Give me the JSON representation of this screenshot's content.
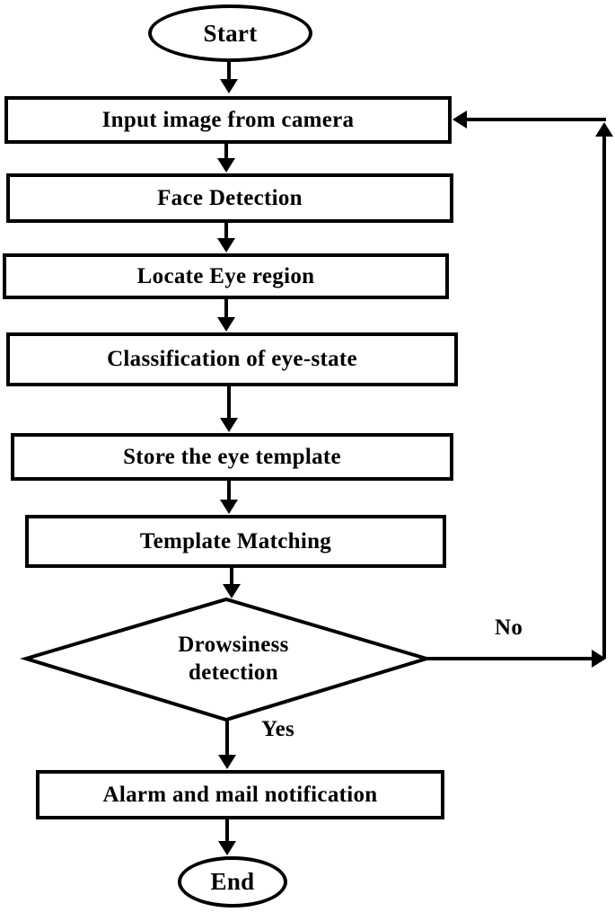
{
  "figure": {
    "background_color": "#ffffff",
    "ink_color": "#000000"
  },
  "flowchart": {
    "nodes": [
      {
        "id": "start",
        "type": "terminator",
        "label": "Start"
      },
      {
        "id": "input",
        "type": "process",
        "label": "Input image from camera"
      },
      {
        "id": "face",
        "type": "process",
        "label": "Face Detection"
      },
      {
        "id": "locate",
        "type": "process",
        "label": "Locate Eye region"
      },
      {
        "id": "classify",
        "type": "process",
        "label": "Classification of eye-state"
      },
      {
        "id": "store",
        "type": "process",
        "label": "Store the eye template"
      },
      {
        "id": "match",
        "type": "process",
        "label": "Template Matching"
      },
      {
        "id": "decision",
        "type": "decision",
        "label": "Drowsiness detection"
      },
      {
        "id": "alarm",
        "type": "process",
        "label": "Alarm and mail notification"
      },
      {
        "id": "end",
        "type": "terminator",
        "label": "End"
      }
    ],
    "edges": [
      {
        "from": "start",
        "to": "input"
      },
      {
        "from": "input",
        "to": "face"
      },
      {
        "from": "face",
        "to": "locate"
      },
      {
        "from": "locate",
        "to": "classify"
      },
      {
        "from": "classify",
        "to": "store"
      },
      {
        "from": "store",
        "to": "match"
      },
      {
        "from": "match",
        "to": "decision"
      },
      {
        "from": "decision",
        "to": "alarm",
        "label": "Yes"
      },
      {
        "from": "decision",
        "to": "input",
        "label": "No"
      },
      {
        "from": "alarm",
        "to": "end"
      }
    ],
    "edge_labels": {
      "yes": "Yes",
      "no": "No"
    }
  }
}
